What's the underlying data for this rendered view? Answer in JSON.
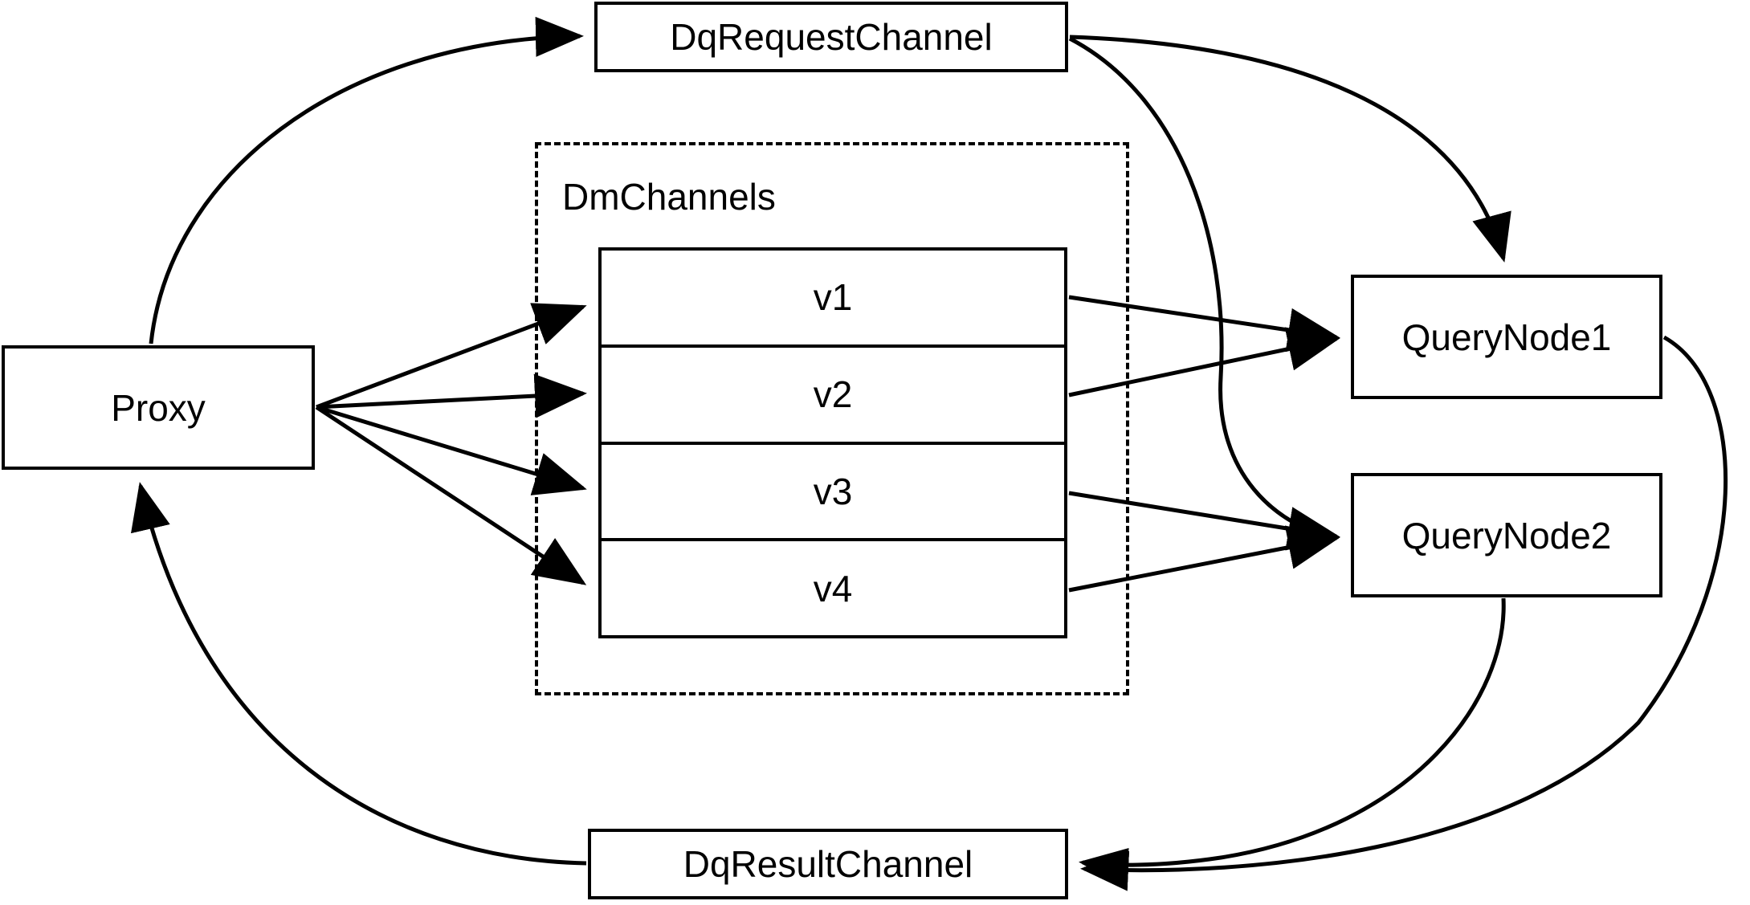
{
  "diagram": {
    "title": "Milvus distributed query channel flow",
    "stroke_color": "#000000",
    "background_color": "#ffffff",
    "nodes": {
      "proxy": {
        "label": "Proxy"
      },
      "dq_request_channel": {
        "label": "DqRequestChannel"
      },
      "dq_result_channel": {
        "label": "DqResultChannel"
      },
      "query_node_1": {
        "label": "QueryNode1"
      },
      "query_node_2": {
        "label": "QueryNode2"
      }
    },
    "group": {
      "label": "DmChannels",
      "style": "dashed"
    },
    "channels": [
      {
        "label": "v1"
      },
      {
        "label": "v2"
      },
      {
        "label": "v3"
      },
      {
        "label": "v4"
      }
    ],
    "edges": [
      {
        "from": "Proxy",
        "to": "DqRequestChannel",
        "style": "curved",
        "arrow": true
      },
      {
        "from": "DqRequestChannel",
        "to": "QueryNode1",
        "style": "curved",
        "arrow": true
      },
      {
        "from": "DqRequestChannel",
        "to": "QueryNode2",
        "style": "curved",
        "arrow": true
      },
      {
        "from": "Proxy",
        "to": "v1",
        "style": "straight",
        "arrow": true
      },
      {
        "from": "Proxy",
        "to": "v2",
        "style": "straight",
        "arrow": true
      },
      {
        "from": "Proxy",
        "to": "v3",
        "style": "straight",
        "arrow": true
      },
      {
        "from": "Proxy",
        "to": "v4",
        "style": "straight",
        "arrow": true
      },
      {
        "from": "v1",
        "to": "QueryNode1",
        "style": "straight",
        "arrow": true
      },
      {
        "from": "v2",
        "to": "QueryNode1",
        "style": "straight",
        "arrow": true
      },
      {
        "from": "v3",
        "to": "QueryNode2",
        "style": "straight",
        "arrow": true
      },
      {
        "from": "v4",
        "to": "QueryNode2",
        "style": "straight",
        "arrow": true
      },
      {
        "from": "QueryNode1",
        "to": "DqResultChannel",
        "style": "curved",
        "arrow": true
      },
      {
        "from": "QueryNode2",
        "to": "DqResultChannel",
        "style": "curved",
        "arrow": true
      },
      {
        "from": "DqResultChannel",
        "to": "Proxy",
        "style": "curved",
        "arrow": true
      }
    ]
  }
}
